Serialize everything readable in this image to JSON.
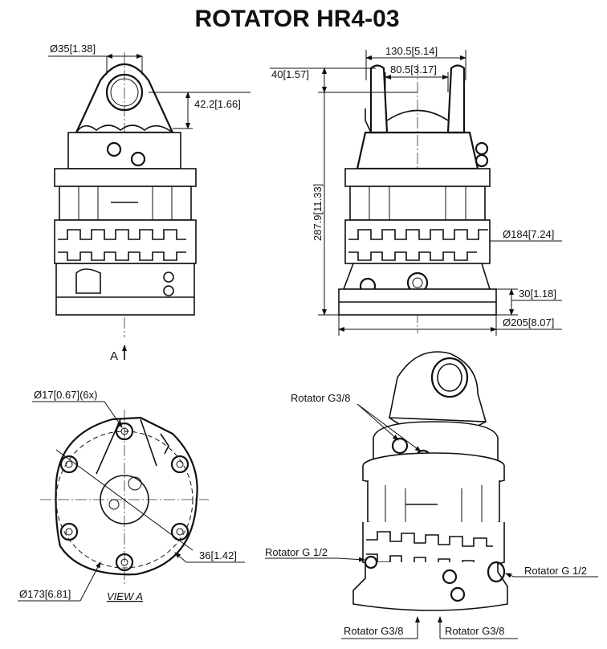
{
  "title": "ROTATOR  HR4-03",
  "front_view": {
    "pin_diameter": "Ø35[1.38]",
    "pin_height": "42.2[1.66]",
    "view_arrow_label": "A"
  },
  "side_view": {
    "outer_width": "130.5[5.14]",
    "inner_width": "80.5[3.17]",
    "top_offset": "40[1.57]",
    "total_height": "287.9[11.33]",
    "body_diameter": "Ø184[7.24]",
    "flange_height": "30[1.18]",
    "base_diameter": "Ø205[8.07]"
  },
  "view_a": {
    "hole_spec": "Ø17[0.67](6x)",
    "bolt_circle": "Ø173[6.81]",
    "edge_offset": "36[1.42]",
    "caption": "VIEW A"
  },
  "iso_view": {
    "port_top": "Rotator G3/8",
    "port_left": "Rotator G 1/2",
    "port_right": "Rotator G 1/2",
    "port_bottom_left": "Rotator G3/8",
    "port_bottom_right": "Rotator G3/8"
  }
}
